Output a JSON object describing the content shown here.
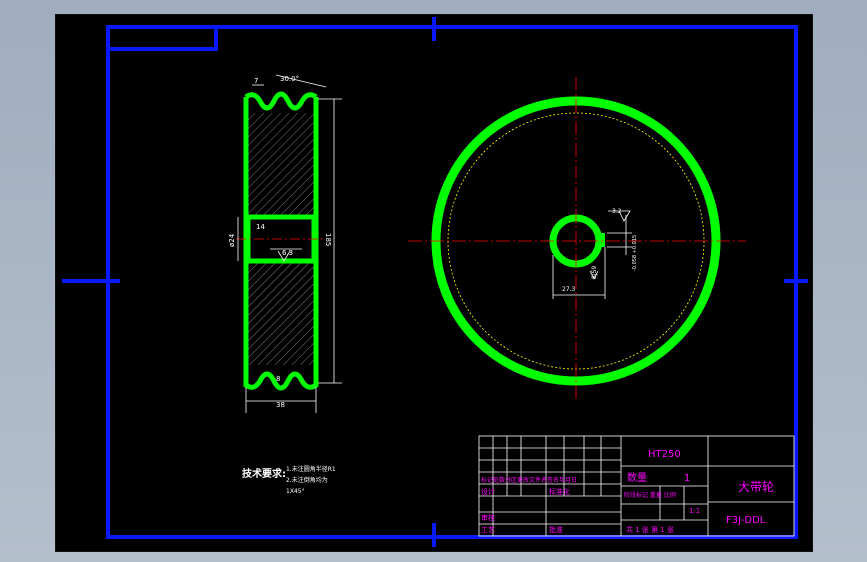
{
  "drawing": {
    "material": "HT250",
    "part_name": "大带轮",
    "drawing_no": "F3J-DDL",
    "scale": "1:1",
    "quantity_label": "数量",
    "quantity": "1",
    "table_header": "标记处数分区更改文件名签名年月日",
    "row_design": "设计",
    "row_design_std": "标准化",
    "row_stage": "阶段标记 重量 比例",
    "row_review": "审核",
    "row_process": "工艺",
    "row_approve": "批准",
    "sheets": "共 1 张 第 1 张"
  },
  "technical_requirements": {
    "title": "技术要求:",
    "items": [
      "1.未注圆角半径R1",
      "2.未注倒角均为",
      "1X45°"
    ]
  },
  "dimensions": {
    "groove_angle": "30.0°",
    "groove_pitch": "7",
    "hub_diameter": "ø24",
    "outer_diameter": "185",
    "width": "38",
    "groove_bottom": "8",
    "bore_depth": "14",
    "bore_roughness": "6.3",
    "key_width": "3.2",
    "key_depth": "27.3",
    "key_fit": "8JS9",
    "tolerance_text": "-0.058\n+0.015"
  },
  "colors": {
    "frame": "#0a18ff",
    "part": "#00ff00",
    "dimension": "#ffffff",
    "center_line": "#ff0000",
    "title_text": "#ff00ff",
    "pitch_circle": "#ffff00"
  }
}
